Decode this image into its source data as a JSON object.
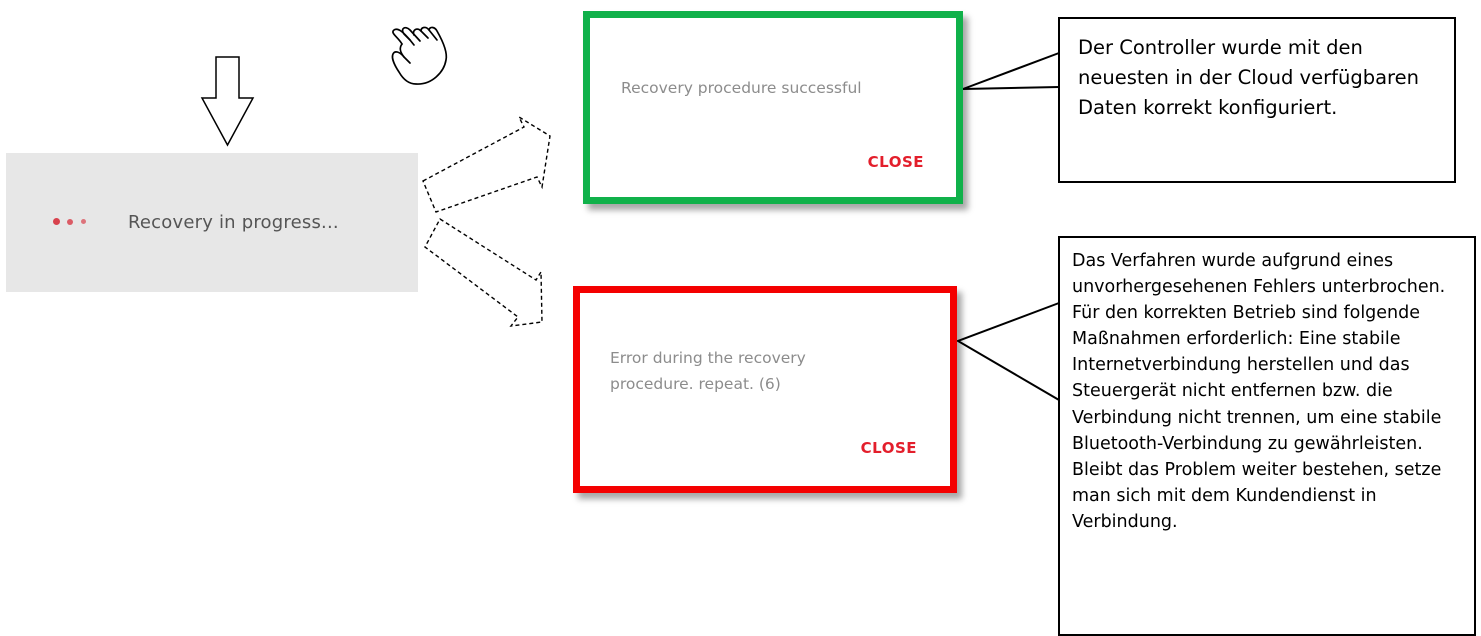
{
  "progress": {
    "label": "Recovery in progress...",
    "dot_color": "#d8424d"
  },
  "success_dialog": {
    "message": "Recovery procedure successful",
    "close_label": "CLOSE",
    "border_color": "#10b14a"
  },
  "error_dialog": {
    "message": "Error during the recovery procedure. repeat. (6)",
    "close_label": "CLOSE",
    "border_color": "#f40000"
  },
  "callouts": {
    "success": "Der Controller wurde mit den neuesten in der Cloud verfügbaren Daten korrekt konfiguriert.",
    "error": "Das Verfahren wurde aufgrund eines unvorhergesehenen Fehlers unterbrochen. Für den korrekten Betrieb sind folgende Maßnahmen erforderlich: Eine stabile Internetverbindung herstellen und das Steuergerät nicht entfernen bzw. die Verbindung nicht trennen, um eine stabile Bluetooth-Verbindung zu gewährleisten. Bleibt das Problem weiter bestehen, setze man sich mit dem Kundendienst in Verbindung."
  },
  "icons": {
    "down_arrow": "down-arrow-icon",
    "hand_pointer": "hand-pointer-icon",
    "arrow_to_success": "dashed-arrow-icon",
    "arrow_to_error": "dashed-arrow-icon"
  }
}
